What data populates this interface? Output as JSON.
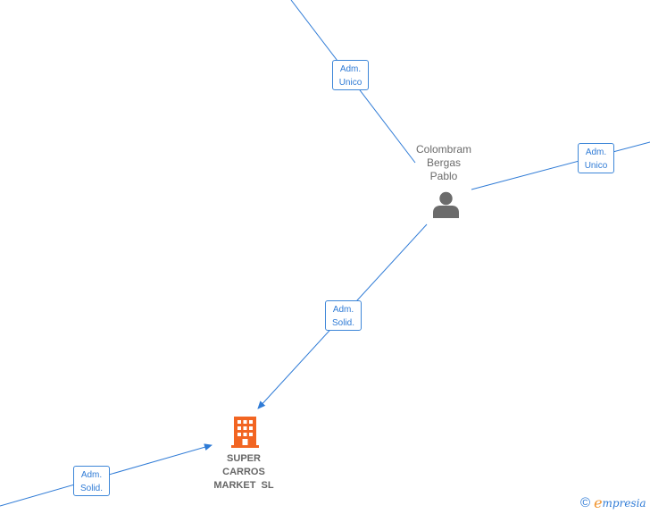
{
  "nodes": {
    "person": {
      "name_lines": [
        "Colombram",
        "Bergas",
        "Pablo"
      ],
      "icon": "person-icon",
      "color": "#6b6b6b"
    },
    "company": {
      "name_lines": [
        "SUPER",
        "CARROS",
        "MARKET  SL"
      ],
      "icon": "building-icon",
      "color": "#f26522"
    }
  },
  "relations": [
    {
      "lines": [
        "Adm.",
        "Unico"
      ]
    },
    {
      "lines": [
        "Adm.",
        "Unico"
      ]
    },
    {
      "lines": [
        "Adm.",
        "Solid."
      ]
    },
    {
      "lines": [
        "Adm.",
        "Solid."
      ]
    }
  ],
  "footer": {
    "copyright_symbol": "©",
    "brand_initial": "e",
    "brand_rest": "mpresia"
  },
  "colors": {
    "edge": "#2f7bd6",
    "badge_border": "#3d86d8",
    "brand_orange": "#f0922b"
  }
}
